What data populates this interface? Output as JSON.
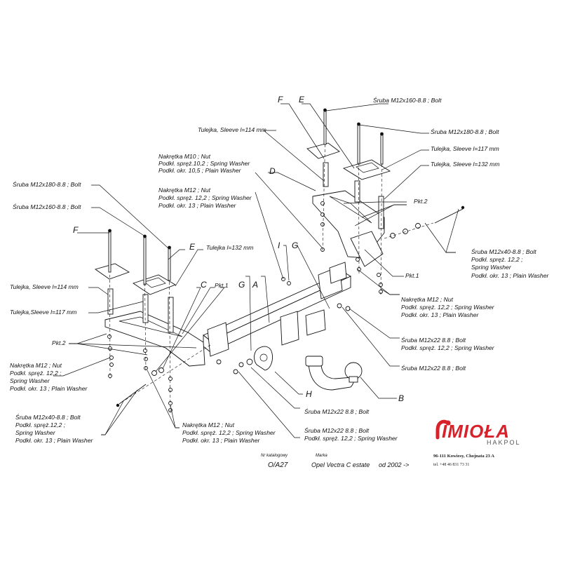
{
  "parts": {
    "F": "F",
    "E": "E",
    "D": "D",
    "C": "C",
    "G": "G",
    "A": "A",
    "I": "I",
    "H": "H",
    "B": "B"
  },
  "labels": {
    "bolt_160_top": "Śruba M12x160-8.8 ;  Bolt",
    "bolt_180_top": "Śruba M12x180-8.8 ;  Bolt",
    "sleeve_117_top": "Tulejka, Sleeve l=117 mm",
    "sleeve_132_top": "Tulejka, Sleeve  l=132 mm",
    "sleeve_114_top": "Tulejka, Sleeve  l=114 mm",
    "nut_m10_1": "Nakrętka  M10 ; Nut",
    "nut_m10_2": "Podkł. spręż.10,2 ; Spring Washer",
    "nut_m10_3": "Podkł. okr. 10,5 ; Plain Washer",
    "nut_m12_1": "Nakrętka  M12 ; Nut",
    "nut_m12_2": "Podkł. spręż. 12,2 ; Spring Washer",
    "nut_m12_3": "Podkł. okr. 13 ; Plain Washer",
    "bolt_180_left": "Śruba M12x180-8.8 ;  Bolt",
    "bolt_160_left": "Śruba M12x160-8.8 ;  Bolt",
    "sleeve_132_left": "Tulejka l=132 mm",
    "sleeve_114_left": "Tulejka, Sleeve l=114 mm",
    "sleeve_117_left": "Tulejka,Sleeve  l=117 mm",
    "pkt1_left": "Pkt.1",
    "pkt2_left": "Pkt.2",
    "pkt2_right": "Pkt.2",
    "pkt1_right": "Pkt.1",
    "bolt_40_right_1": "Śruba M12x40-8.8 ;  Bolt",
    "bolt_40_right_2": "Podkł. spręż. 12,2 ;",
    "bolt_40_right_3": "Spring Washer",
    "bolt_40_right_4": "Podkł. okr. 13 ; Plain Washer",
    "nut_m12_r_1": "Nakrętka  M12 ; Nut",
    "nut_m12_r_2": "Podkł. spręż. 12,2 ; Spring Washer",
    "nut_m12_r_3": "Podkł. okr. 13 ; Plain Washer",
    "bolt_22_a": "Śruba M12x22 8.8 ; Bolt",
    "bolt_22_a2": "Podkł. spręż. 12,2 ; Spring Washer",
    "bolt_22_b": "Śruba M12x22 8.8 ; Bolt",
    "bolt_22_c": "Śruba M12x22 8.8 ; Bolt",
    "bolt_22_d1": "Śruba M12x22 8.8 ; Bolt",
    "bolt_22_d2": "Podkł. spręż. 12,2 ; Spring Washer",
    "nut_m12_l_1": "Nakrętka  M12 ; Nut",
    "nut_m12_l_2": "Podkł. spręż. 12,2 ;",
    "nut_m12_l_3": "Spring Washer",
    "nut_m12_l_4": "Podkł. okr. 13 ; Plain Washer",
    "bolt_40_l_1": "Śruba M12x40-8.8 ;  Bolt",
    "bolt_40_l_2": "Podkł. spręż.12,2 ;",
    "bolt_40_l_3": "Spring Washer",
    "bolt_40_l_4": "Podkł. okr. 13 ; Plain Washer",
    "nut_m12_b_1": "Nakrętka  M12 ; Nut",
    "nut_m12_b_2": "Podkł. spręż. 12,2 ; Spring Washer",
    "nut_m12_b_3": "Podkł. okr. 13 ; Plain Washer"
  },
  "catalog": {
    "nr_label": "Nr katalogowy",
    "nr_value": "O/A27",
    "marka_label": "Marka",
    "marka_value": "Opel Vectra C estate",
    "year": "od 2002 ->"
  },
  "brand": {
    "name": "IMIOŁA",
    "sub": "HAKPOL",
    "address": "96-111 Kowiesy, Chojnata 23 A",
    "tel": "tel. +48 46 831 73 31",
    "color": "#d8222b"
  }
}
